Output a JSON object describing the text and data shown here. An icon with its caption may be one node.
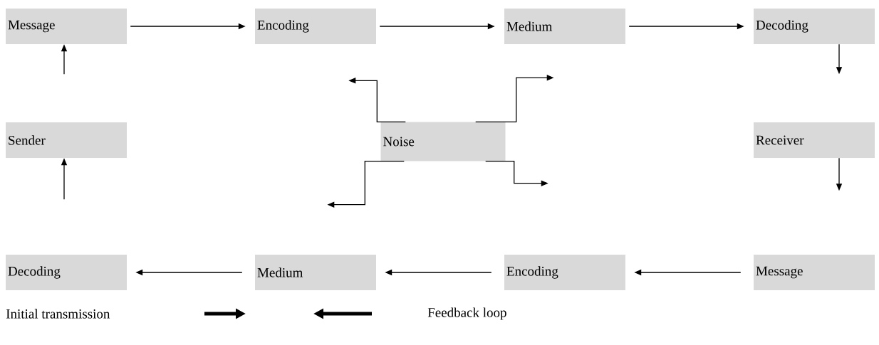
{
  "diagram": {
    "nodes": [
      {
        "text": [
          "Message"
        ]
      },
      {
        "text": [
          "Encoding"
        ]
      },
      {
        "text": [
          "Medium"
        ]
      },
      {
        "text": [
          "Decoding"
        ]
      },
      {
        "text": [
          "Sender"
        ]
      },
      {
        "text": [
          "Noise"
        ]
      },
      {
        "text": [
          "Receiver"
        ]
      },
      {
        "text": [
          "Decoding"
        ]
      },
      {
        "text": [
          "Medium"
        ]
      },
      {
        "text": [
          "Encoding"
        ]
      },
      {
        "text": [
          "Message"
        ]
      }
    ],
    "edges": [
      {
        "from": 0,
        "to": 1,
        "arrow": "to"
      },
      {
        "from": 1,
        "to": 2,
        "arrow": "to"
      },
      {
        "from": 2,
        "to": 3,
        "arrow": "to"
      },
      {
        "from": 3,
        "to": null,
        "arrow": "to"
      },
      {
        "from": 6,
        "to": null,
        "arrow": "to"
      },
      {
        "from": 10,
        "to": 9,
        "arrow": "to"
      },
      {
        "from": 9,
        "to": 8,
        "arrow": "to"
      },
      {
        "from": 8,
        "to": 7,
        "arrow": "to"
      },
      {
        "from": null,
        "to": 4,
        "arrow": "to"
      },
      {
        "from": null,
        "to": 0,
        "arrow": "to"
      },
      {
        "from": 5,
        "to": null,
        "arrow": "to"
      },
      {
        "from": 5,
        "to": null,
        "arrow": "to"
      },
      {
        "from": 5,
        "to": null,
        "arrow": "to"
      },
      {
        "from": 5,
        "to": null,
        "arrow": "to"
      }
    ],
    "legend": [
      {
        "text": "Initial transmission"
      },
      {
        "text": "Feedback loop"
      }
    ]
  }
}
